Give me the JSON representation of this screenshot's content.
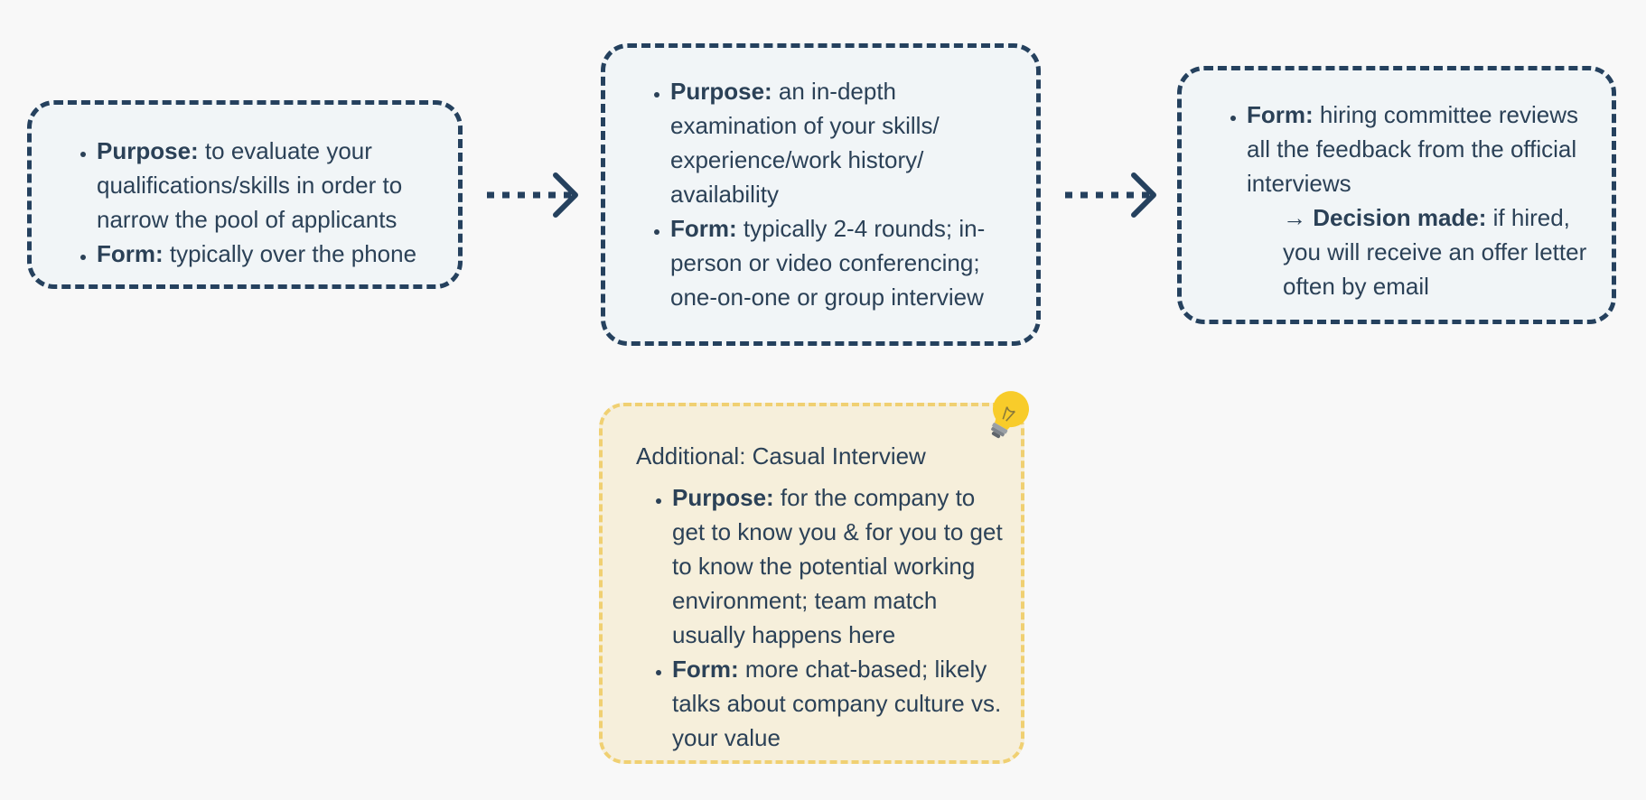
{
  "stages": [
    {
      "items": [
        {
          "label": "Purpose:",
          "text": " to evaluate your qualifications/skills in order to narrow the pool of applicants"
        },
        {
          "label": "Form:",
          "text": " typically over the phone"
        }
      ]
    },
    {
      "items": [
        {
          "label": "Purpose:",
          "text": " an in-depth examination of your skills/ experience/work history/ availability"
        },
        {
          "label": "Form:",
          "text": " typically 2-4 rounds; in-person or video conferencing; one-on-one or group interview"
        }
      ]
    },
    {
      "items": [
        {
          "label": "Form:",
          "text": " hiring committee reviews all the feedback from the official interviews"
        }
      ],
      "decision": {
        "arrow": "→",
        "label": "Decision made:",
        "text": " if hired, you will receive an offer letter often by email"
      }
    }
  ],
  "note": {
    "title": "Additional: Casual Interview",
    "items": [
      {
        "label": "Purpose:",
        "text": " for the company to get to know you & for you to get to know the potential working environment; team match usually happens here"
      },
      {
        "label": "Form:",
        "text": " more chat-based; likely talks about company culture vs. your value"
      }
    ],
    "icon": "lightbulb-icon"
  },
  "colors": {
    "stage_border": "#25415e",
    "stage_fill": "#f1f5f7",
    "note_border": "#f0d072",
    "note_fill": "#f6efdb",
    "text": "#2b4157",
    "bulb": "#f8cc2a"
  }
}
